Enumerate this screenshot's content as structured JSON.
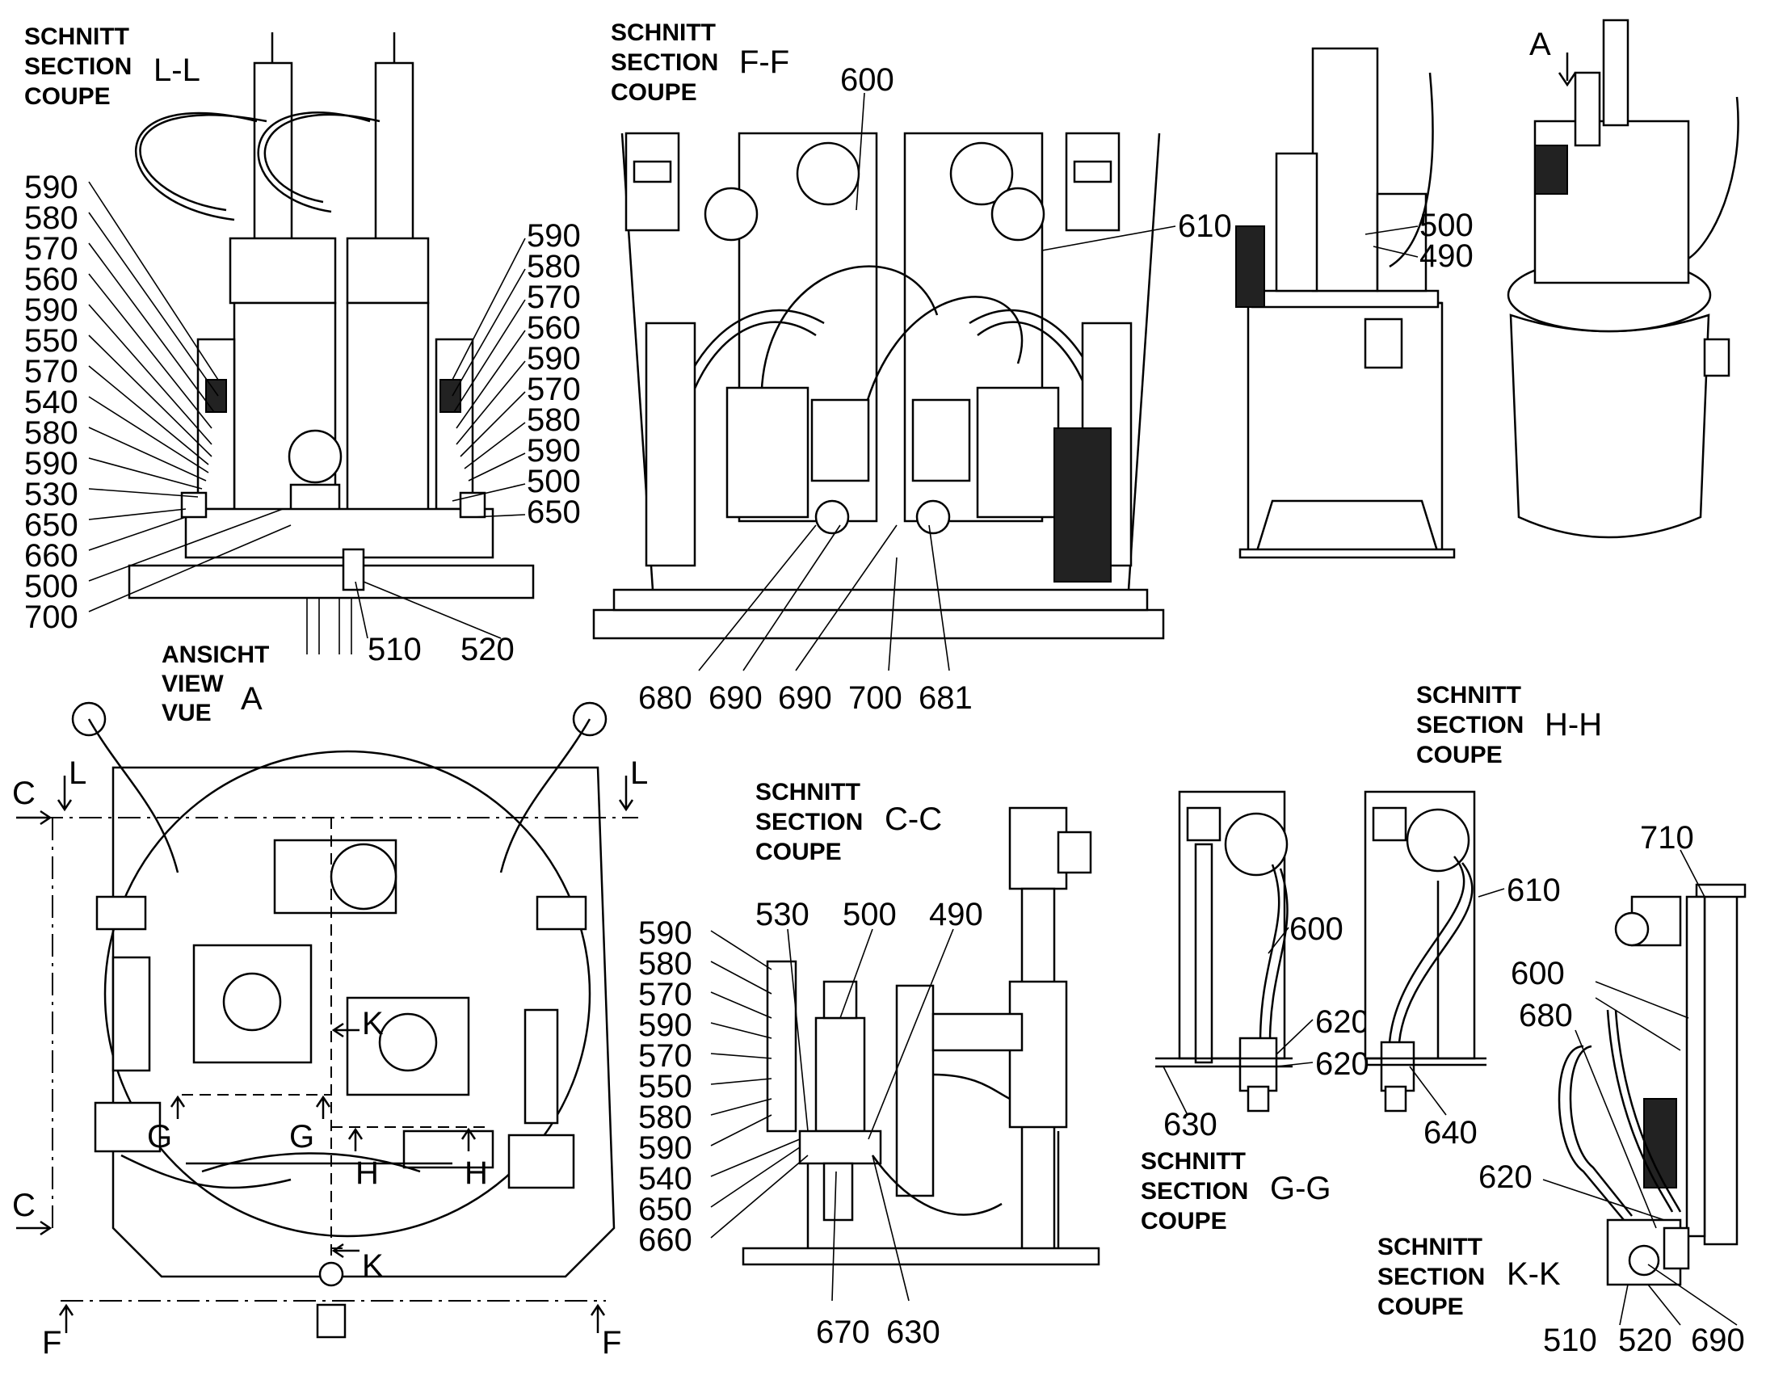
{
  "views": {
    "LL": {
      "title": [
        "SCHNITT",
        "SECTION",
        "COUPE"
      ],
      "id": "L-L"
    },
    "FF": {
      "title": [
        "SCHNITT",
        "SECTION",
        "COUPE"
      ],
      "id": "F-F"
    },
    "A": {
      "title": [
        "ANSICHT",
        "VIEW",
        "VUE"
      ],
      "id": "A"
    },
    "CC": {
      "title": [
        "SCHNITT",
        "SECTION",
        "COUPE"
      ],
      "id": "C-C"
    },
    "HH": {
      "title": [
        "SCHNITT",
        "SECTION",
        "COUPE"
      ],
      "id": "H-H"
    },
    "GG": {
      "title": [
        "SCHNITT",
        "SECTION",
        "COUPE"
      ],
      "id": "G-G"
    },
    "KK": {
      "title": [
        "SCHNITT",
        "SECTION",
        "COUPE"
      ],
      "id": "K-K"
    }
  },
  "arrow_labels": {
    "A": "A",
    "C": "C",
    "F": "F",
    "L": "L",
    "G": "G",
    "H": "H",
    "K": "K"
  },
  "callouts": {
    "LL_left": [
      "590",
      "580",
      "570",
      "560",
      "590",
      "550",
      "570",
      "540",
      "580",
      "590",
      "530",
      "650",
      "660",
      "500",
      "700"
    ],
    "LL_right": [
      "590",
      "580",
      "570",
      "560",
      "590",
      "570",
      "580",
      "590",
      "500",
      "650"
    ],
    "LL_bottom": [
      "510",
      "520"
    ],
    "FF_top": [
      "600",
      "610"
    ],
    "FF_bottom": [
      "680",
      "690",
      "690",
      "700",
      "681"
    ],
    "iso": [
      "500",
      "490"
    ],
    "CC_left": [
      "590",
      "580",
      "570",
      "590",
      "570",
      "550",
      "580",
      "590",
      "540",
      "650",
      "660"
    ],
    "CC_top": [
      "530",
      "500",
      "490"
    ],
    "CC_bottom": [
      "670",
      "630"
    ],
    "GG": [
      "600",
      "620",
      "620",
      "630"
    ],
    "HH": [
      "610",
      "640"
    ],
    "KK": [
      "710",
      "600",
      "680",
      "620",
      "510",
      "520",
      "690"
    ]
  }
}
